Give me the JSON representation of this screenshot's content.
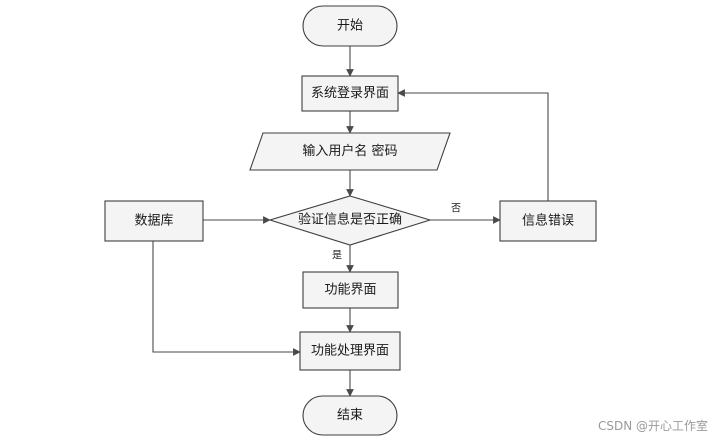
{
  "nodes": {
    "start": "开始",
    "login": "系统登录界面",
    "input": "输入用户名 密码",
    "verify": "验证信息是否正确",
    "database": "数据库",
    "error": "信息错误",
    "function": "功能界面",
    "process": "功能处理界面",
    "end": "结束"
  },
  "edge_labels": {
    "no": "否",
    "yes": "是"
  },
  "watermark": "CSDN @开心工作室"
}
